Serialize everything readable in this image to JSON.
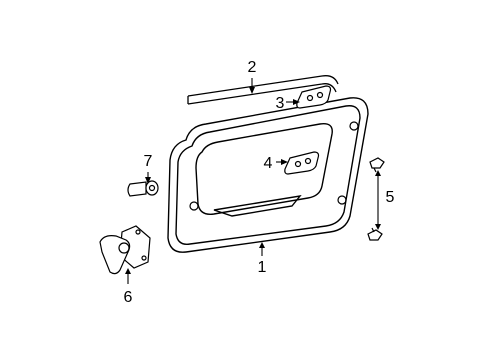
{
  "callouts": {
    "c1": "1",
    "c2": "2",
    "c3": "3",
    "c4": "4",
    "c5": "5",
    "c6": "6",
    "c7": "7"
  },
  "colors": {
    "line": "#000000",
    "background": "#ffffff",
    "shade": "#d9d9d9"
  }
}
